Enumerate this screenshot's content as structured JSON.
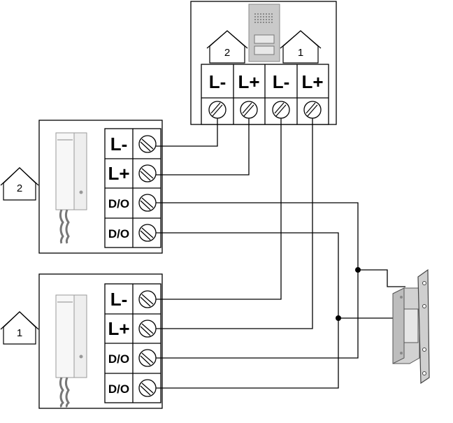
{
  "door_station": {
    "terminals": [
      {
        "label": "L-"
      },
      {
        "label": "L+"
      },
      {
        "label": "L-"
      },
      {
        "label": "L+"
      }
    ],
    "house_left_number": "2",
    "house_right_number": "1"
  },
  "handset_top": {
    "house_number": "2",
    "terminals": [
      {
        "label": "L-"
      },
      {
        "label": "L+"
      },
      {
        "label": "D/O"
      },
      {
        "label": "D/O"
      }
    ]
  },
  "handset_bottom": {
    "house_number": "1",
    "terminals": [
      {
        "label": "L-"
      },
      {
        "label": "L+"
      },
      {
        "label": "D/O"
      },
      {
        "label": "D/O"
      }
    ]
  },
  "colors": {
    "line": "#000000",
    "panel_gray": "#c8c8c8",
    "lock_body": "#cfcfcf"
  }
}
